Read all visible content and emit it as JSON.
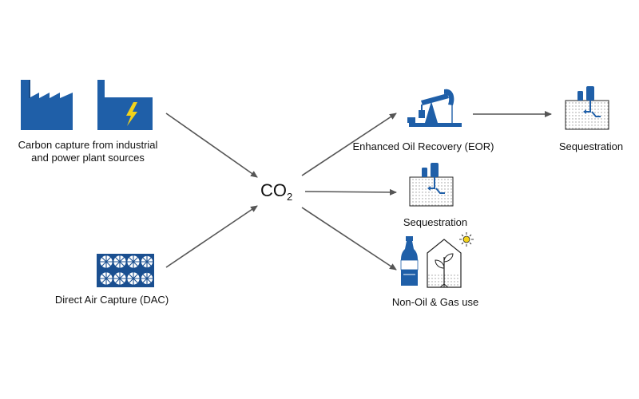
{
  "nodes": {
    "sources_line1": "Carbon capture from industrial",
    "sources_line2": "and power plant sources",
    "dac": "Direct Air Capture (DAC)",
    "co2_main": "CO",
    "co2_sub": "2",
    "eor": "Enhanced Oil Recovery (EOR)",
    "sequestration_top": "Sequestration",
    "sequestration_mid": "Sequestration",
    "non_oil": "Non-Oil & Gas use"
  },
  "icons": [
    "factory-icon",
    "power-plant-icon",
    "dac-fan-array-icon",
    "oil-pump-icon",
    "sequestration-tank-icon",
    "soda-bottle-icon",
    "greenhouse-icon",
    "sun-icon"
  ],
  "colors": {
    "icon_blue": "#1f5fa8",
    "icon_dark": "#1a4f90",
    "arrow": "#555555",
    "bolt": "#f2d21b"
  }
}
